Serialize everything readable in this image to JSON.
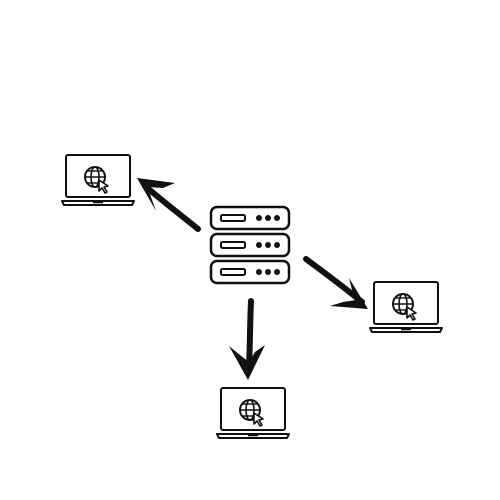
{
  "diagram": {
    "nodes": [
      {
        "id": "server",
        "icon": "server-rack-icon"
      },
      {
        "id": "client-top-left",
        "icon": "laptop-globe-icon"
      },
      {
        "id": "client-right",
        "icon": "laptop-globe-icon"
      },
      {
        "id": "client-bottom",
        "icon": "laptop-globe-icon"
      }
    ],
    "edges": [
      {
        "from": "server",
        "to": "client-top-left"
      },
      {
        "from": "server",
        "to": "client-right"
      },
      {
        "from": "server",
        "to": "client-bottom"
      }
    ],
    "colors": {
      "stroke": "#111111",
      "background": "#ffffff"
    }
  }
}
